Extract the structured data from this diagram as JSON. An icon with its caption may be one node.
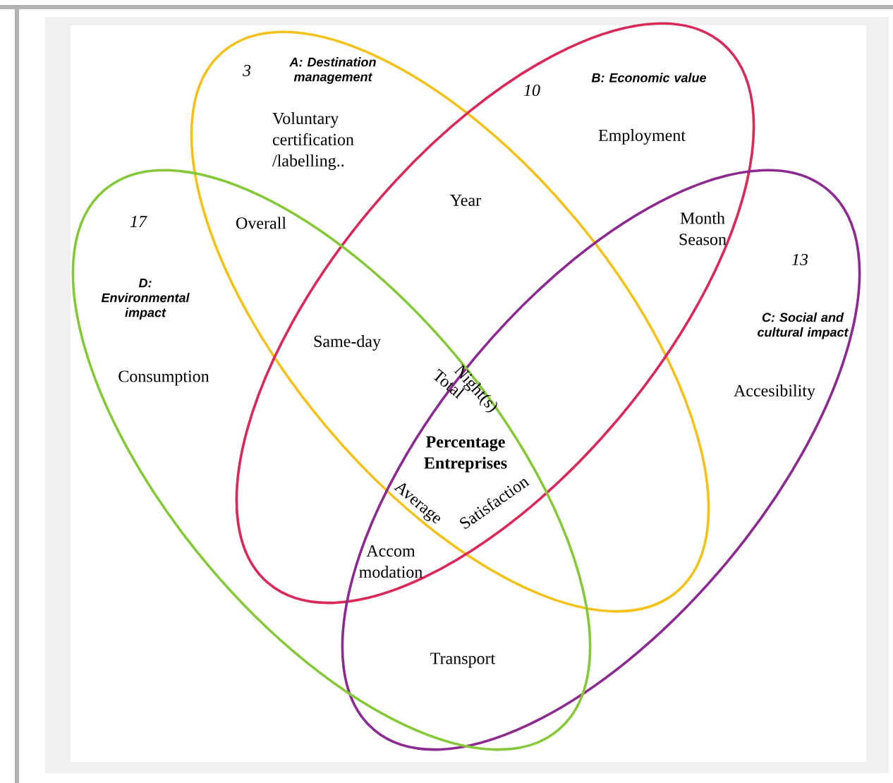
{
  "diagram": {
    "nodes": [
      {
        "text": [
          "3",
          "A: Destination management"
        ]
      },
      {
        "text": [
          "10",
          "B: Economic value"
        ]
      },
      {
        "text": [
          "13",
          "C: Social and cultural impact"
        ]
      },
      {
        "text": [
          "17",
          "D: Environmental impact"
        ]
      }
    ],
    "labels": [
      "Voluntary certification /labelling..",
      "Employment",
      "Year",
      "Overall",
      "Month Season",
      "Consumption",
      "Same-day",
      "Accesibility",
      "Night(s)",
      "Total",
      "Percentage Entreprises",
      "Average",
      "Satisfaction",
      "Accom modation",
      "Transport"
    ]
  }
}
